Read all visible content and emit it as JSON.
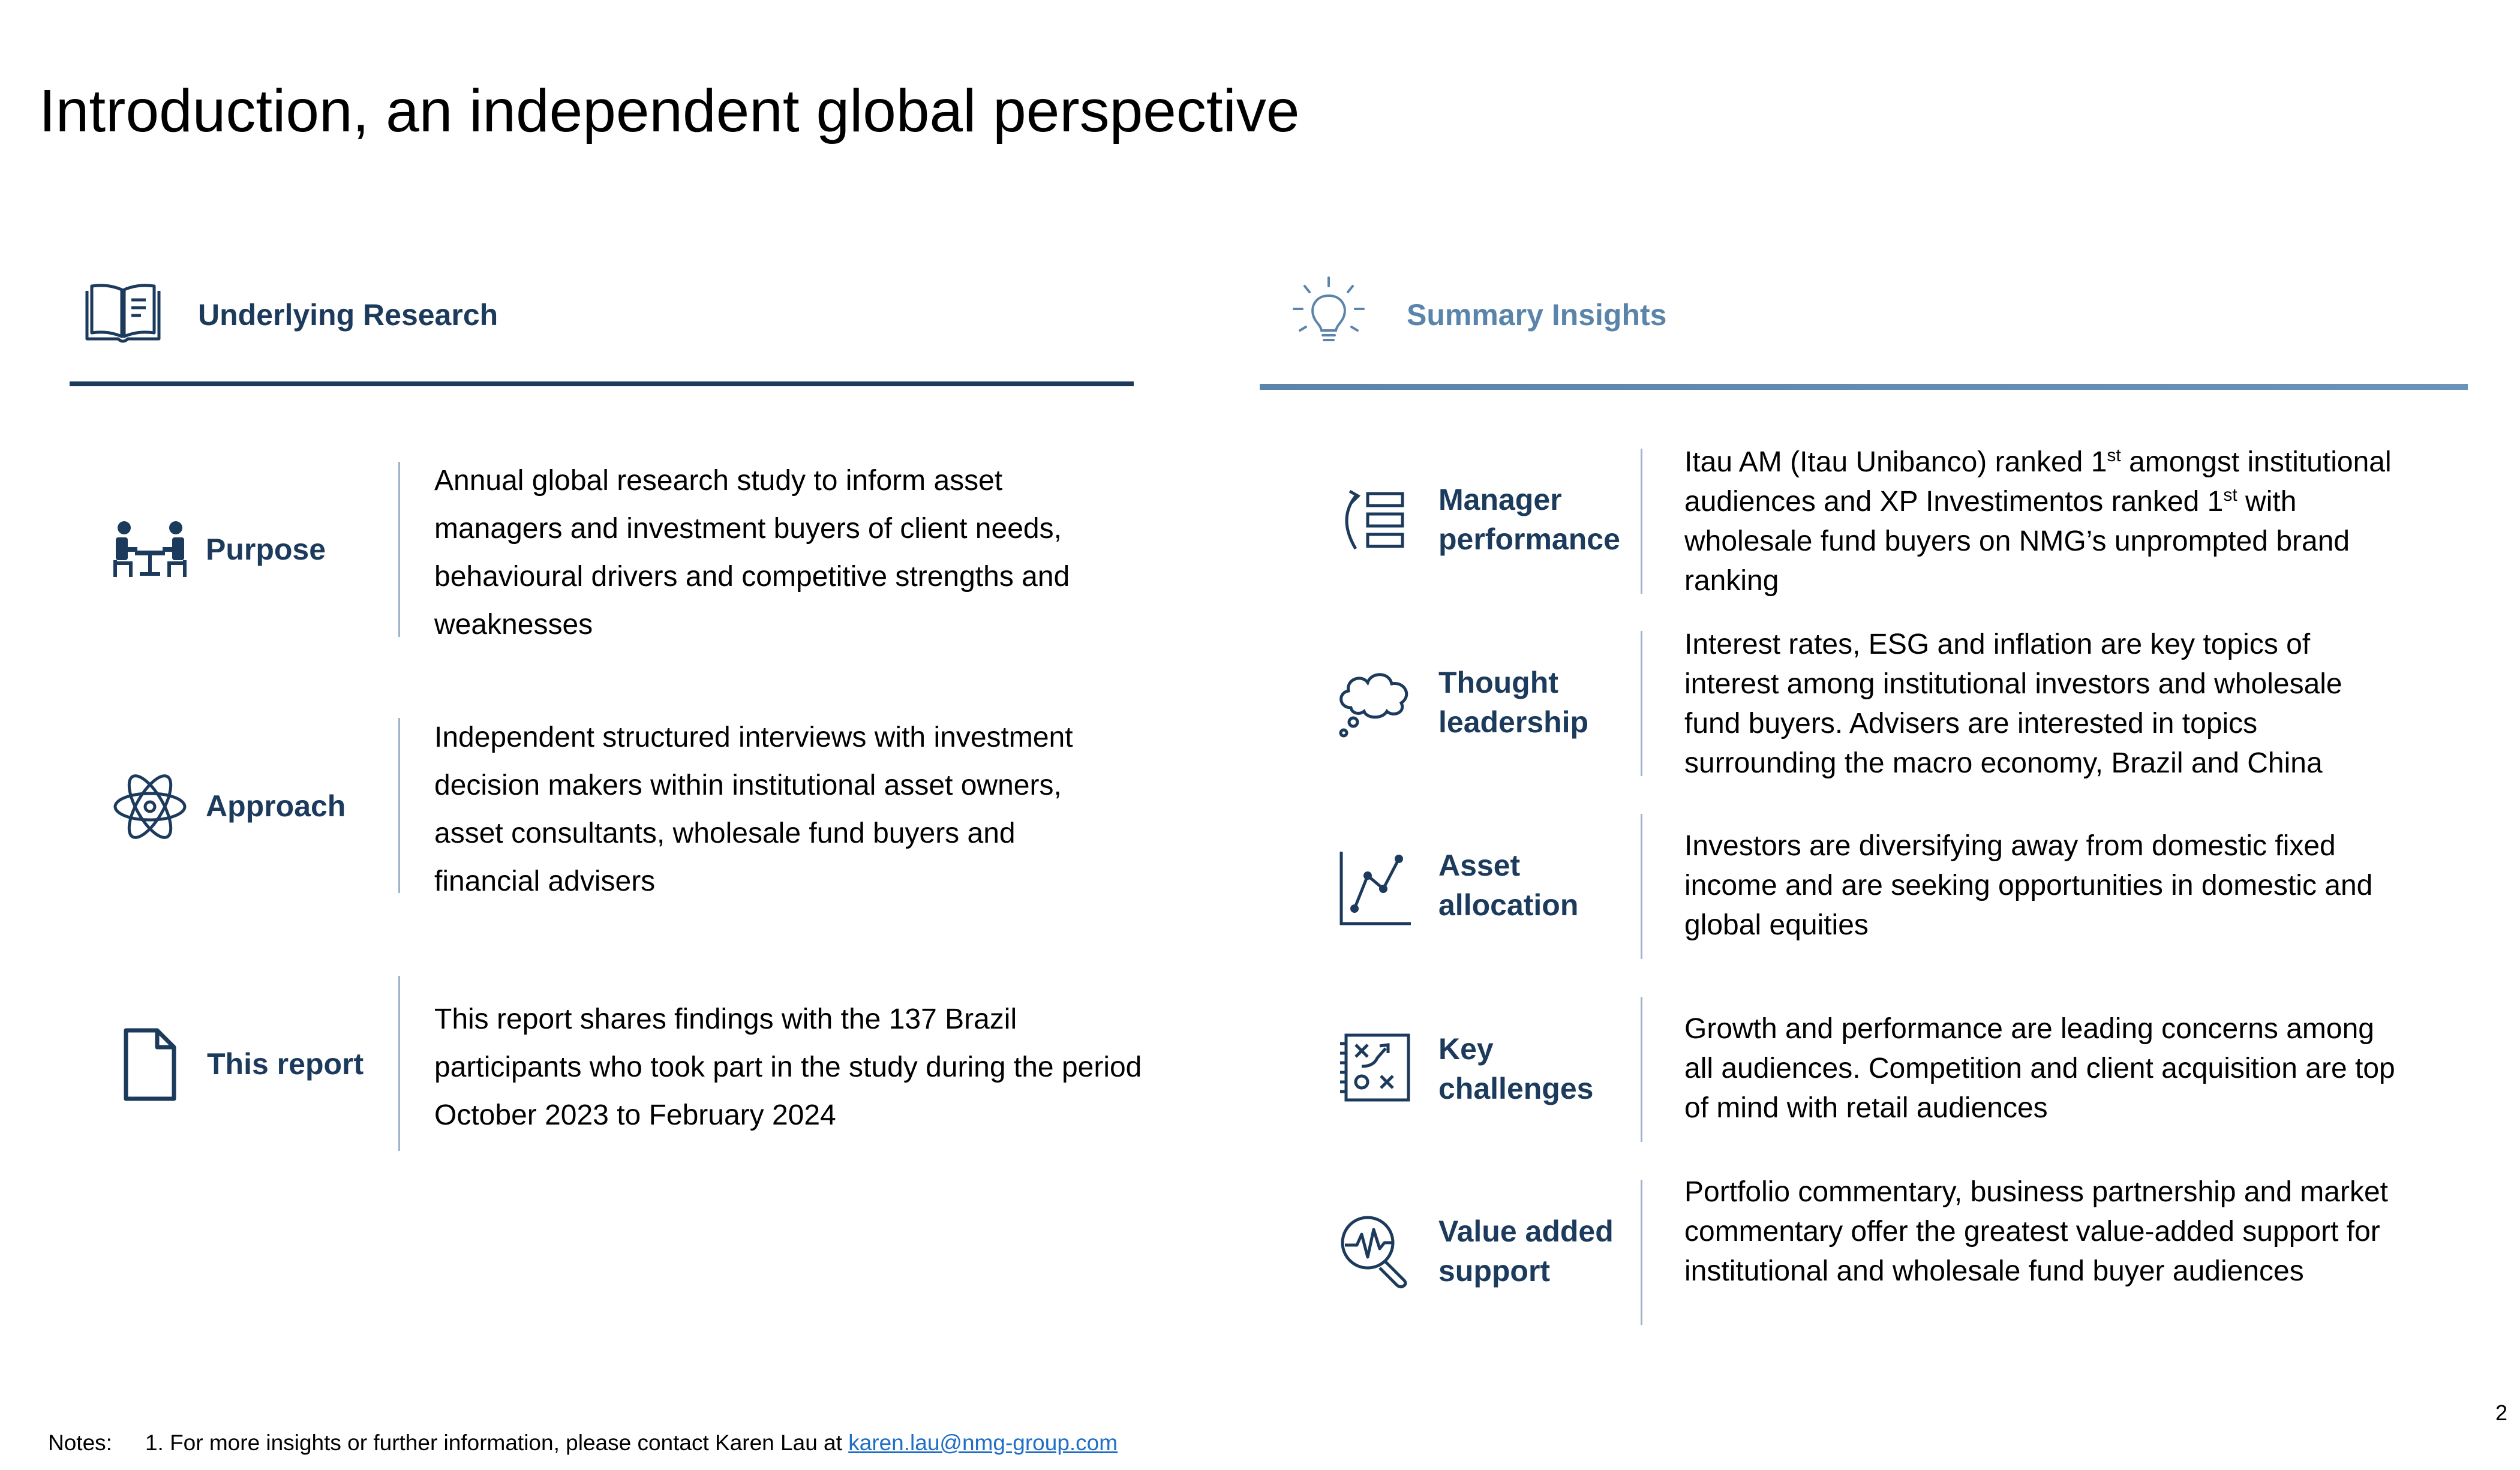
{
  "title": "Introduction, an independent global perspective",
  "underlying_research": {
    "heading": "Underlying Research",
    "icon": "open-book-icon",
    "rows": [
      {
        "label": "Purpose",
        "icon": "meeting-people-icon",
        "text": "Annual global research study to inform asset managers and investment buyers of client needs, behavioural drivers and competitive strengths and weaknesses"
      },
      {
        "label": "Approach",
        "icon": "atom-icon",
        "text": "Independent structured interviews with investment decision makers within institutional asset owners, asset consultants, wholesale fund buyers and financial advisers"
      },
      {
        "label": "This report",
        "icon": "document-icon",
        "text": "This report shares findings with the 137 Brazil participants who took part in the study during the period October 2023 to February 2024"
      }
    ]
  },
  "summary_insights": {
    "heading": "Summary Insights",
    "icon": "lightbulb-icon",
    "rows": [
      {
        "label_line1": "Manager",
        "label_line2": "performance",
        "icon": "ranking-list-icon",
        "text_p1": "Itau AM (Itau Unibanco) ranked 1",
        "text_sup1": "st",
        "text_p2": " amongst institutional audiences and XP Investimentos ranked 1",
        "text_sup2": "st",
        "text_p3": " with wholesale fund buyers on NMG’s unprompted brand ranking"
      },
      {
        "label_line1": "Thought",
        "label_line2": "leadership",
        "icon": "thought-cloud-icon",
        "text": "Interest rates, ESG and inflation are key topics of interest among institutional investors and wholesale fund buyers. Advisers are interested in topics surrounding the macro economy, Brazil and China"
      },
      {
        "label_line1": "Asset",
        "label_line2": "allocation",
        "icon": "line-chart-icon",
        "text": "Investors are diversifying away from domestic fixed income and are seeking opportunities in domestic and global equities"
      },
      {
        "label_line1": "Key",
        "label_line2": "challenges",
        "icon": "strategy-board-icon",
        "text": "Growth and performance are leading concerns among all audiences. Competition and client acquisition are top of mind with retail audiences"
      },
      {
        "label_line1": "Value added",
        "label_line2": "support",
        "icon": "magnifier-pulse-icon",
        "text": "Portfolio commentary, business partnership and market commentary offer the greatest value-added support for institutional and wholesale fund buyer audiences"
      }
    ]
  },
  "footer": {
    "notes_label": "Notes:",
    "note_text": "1. For more insights or further information, please contact Karen Lau at ",
    "email": "karen.lau@nmg-group.com",
    "page_number": "2"
  },
  "colors": {
    "navy": "#1b3a5c",
    "steel_blue": "#5b84ab",
    "divider": "#9fb4c8",
    "link": "#1f6fc5"
  }
}
